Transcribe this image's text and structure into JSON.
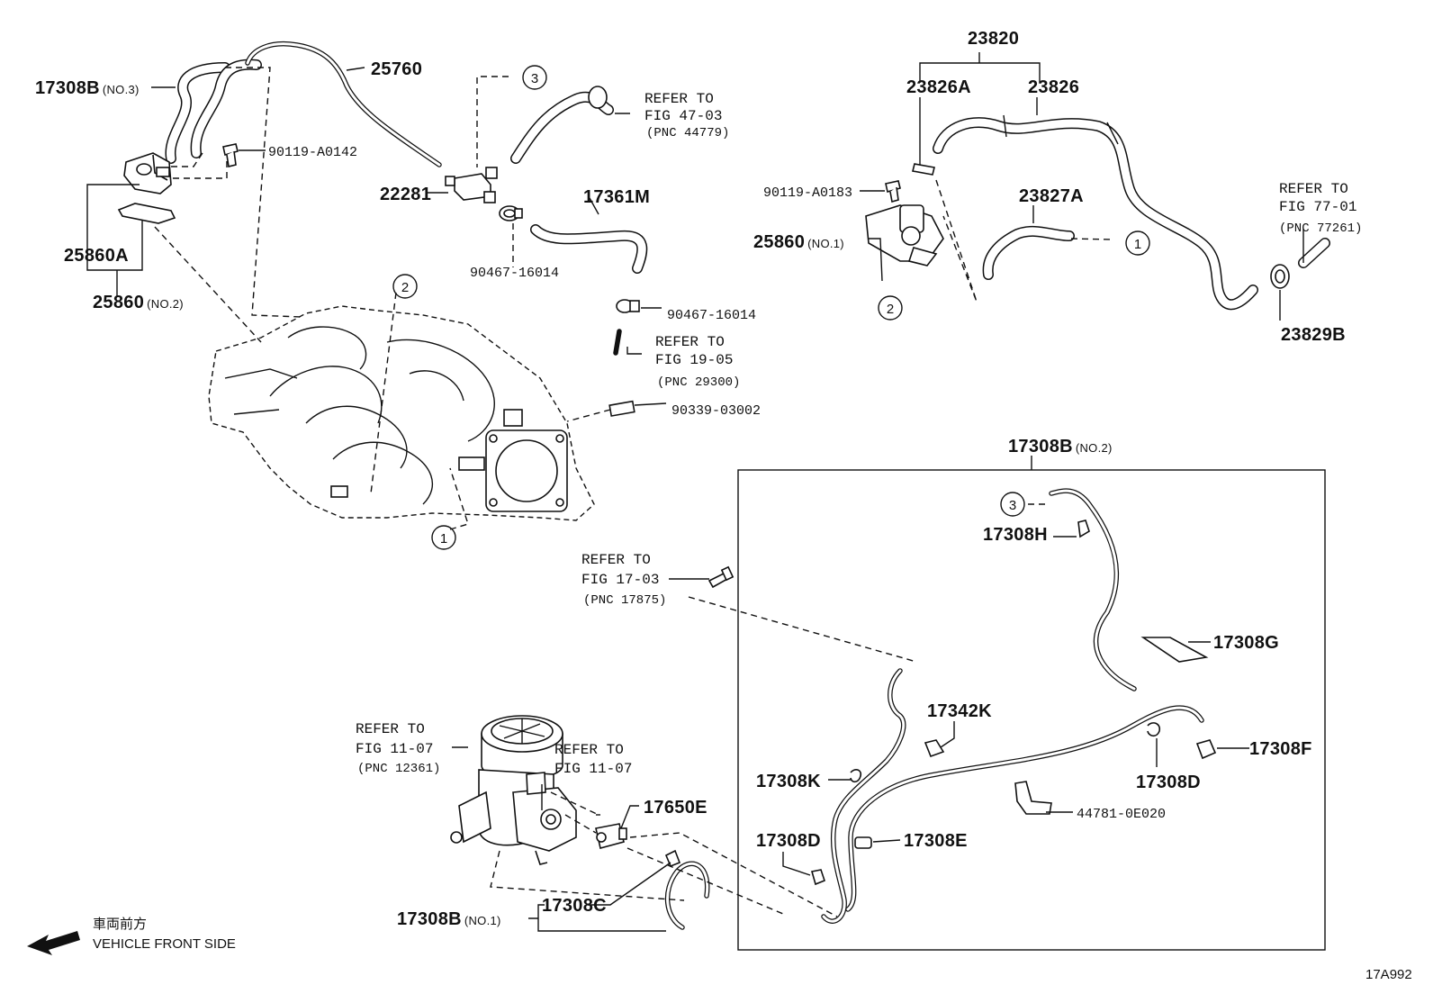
{
  "diagram_id": "17A992",
  "front_side": {
    "jp": "車両前方",
    "en": "VEHICLE FRONT SIDE"
  },
  "callouts": {
    "c1": "1",
    "c2": "2",
    "c3": "3"
  },
  "labels": {
    "p17308B_no3": "17308B",
    "q_no3": "(NO.3)",
    "p25760": "25760",
    "p90119_A0142": "90119-A0142",
    "p25860A": "25860A",
    "p25860_no2": "25860",
    "q_no2": "(NO.2)",
    "p22281": "22281",
    "p90467_16014a": "90467-16014",
    "p17361M": "17361M",
    "p90467_16014b": "90467-16014",
    "p90339_03002": "90339-03002",
    "p23820": "23820",
    "p23826A": "23826A",
    "p23826": "23826",
    "p90119_A0183": "90119-A0183",
    "p23827A": "23827A",
    "p25860_no1": "25860",
    "q_no1": "(NO.1)",
    "p23829B": "23829B",
    "p17308B_no2": "17308B",
    "q_no2b": "(NO.2)",
    "p17308H": "17308H",
    "p17308G": "17308G",
    "p17342K": "17342K",
    "p17308K": "17308K",
    "p17308D_a": "17308D",
    "p17308F": "17308F",
    "p44781": "44781-0E020",
    "p17308D_b": "17308D",
    "p17308E": "17308E",
    "p17650E": "17650E",
    "p17308C": "17308C",
    "p17308B_no1": "17308B",
    "q_no1b": "(NO.1)"
  },
  "refs": {
    "r47": {
      "l1": "REFER TO",
      "l2": "FIG 47-03",
      "l3": "(PNC 44779)"
    },
    "r19": {
      "l1": "REFER TO",
      "l2": "FIG 19-05",
      "l3": "(PNC 29300)"
    },
    "r77": {
      "l1": "REFER TO",
      "l2": "FIG 77-01",
      "l3": "(PNC 77261)"
    },
    "r17": {
      "l1": "REFER TO",
      "l2": "FIG 17-03",
      "l3": "(PNC 17875)"
    },
    "r11a": {
      "l1": "REFER TO",
      "l2": "FIG 11-07",
      "l3": "(PNC 12361)"
    },
    "r11b": {
      "l1": "REFER TO",
      "l2": "FIG 11-07"
    }
  }
}
